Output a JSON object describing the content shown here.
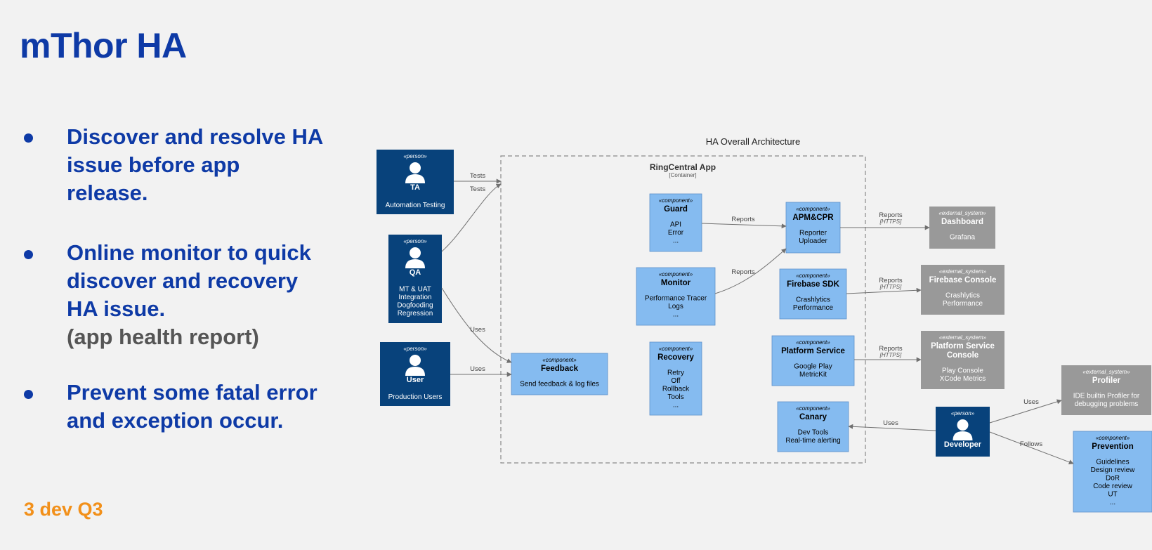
{
  "title": "mThor HA",
  "bullets": [
    {
      "text": "Discover and resolve HA issue before app release.",
      "lines": [
        "Discover and resolve HA",
        "issue before app",
        "release."
      ]
    },
    {
      "text": "Online monitor to quick discover and recovery HA issue.",
      "lines": [
        "Online monitor to quick",
        "discover and recovery",
        "HA issue."
      ],
      "sub": "(app health report)"
    },
    {
      "text": "Prevent some fatal error and exception occur.",
      "lines": [
        "Prevent some fatal error",
        "and exception occur."
      ]
    }
  ],
  "footer": "3 dev Q3",
  "diagram": {
    "title": "HA Overall Architecture",
    "boundary": {
      "name": "RingCentral App",
      "kind": "[Container]"
    },
    "colors": {
      "person": "#08427b",
      "component": "#85bbf0",
      "external": "#999999",
      "boundary": "#8a8a8a",
      "arrow": "#707070"
    },
    "nodes": {
      "ta": {
        "stereo": "«person»",
        "name": "TA",
        "desc": [
          "Automation Testing"
        ],
        "icon": "person-icon"
      },
      "qa": {
        "stereo": "«person»",
        "name": "QA",
        "desc": [
          "MT & UAT",
          "Integration",
          "Dogfooding",
          "Regression"
        ],
        "icon": "person-icon"
      },
      "user": {
        "stereo": "«person»",
        "name": "User",
        "desc": [
          "Production Users"
        ],
        "icon": "person-icon"
      },
      "feedback": {
        "stereo": "«component»",
        "name": "Feedback",
        "desc": [
          "Send feedback & log files"
        ]
      },
      "guard": {
        "stereo": "«component»",
        "name": "Guard",
        "desc": [
          "API",
          "Error",
          "..."
        ]
      },
      "monitor": {
        "stereo": "«component»",
        "name": "Monitor",
        "desc": [
          "Performance Tracer",
          "Logs",
          "..."
        ]
      },
      "recovery": {
        "stereo": "«component»",
        "name": "Recovery",
        "desc": [
          "Retry",
          "Off",
          "Rollback",
          "Tools",
          "..."
        ]
      },
      "apm": {
        "stereo": "«component»",
        "name": "APM&CPR",
        "desc": [
          "Reporter",
          "Uploader"
        ]
      },
      "firebase": {
        "stereo": "«component»",
        "name": "Firebase SDK",
        "desc": [
          "Crashlytics",
          "Performance"
        ]
      },
      "platform": {
        "stereo": "«component»",
        "name": "Platform Service",
        "desc": [
          "Google Play",
          "MetricKit"
        ]
      },
      "canary": {
        "stereo": "«component»",
        "name": "Canary",
        "desc": [
          "Dev Tools",
          "Real-time alerting"
        ]
      },
      "dashboard": {
        "stereo": "«external_system»",
        "name": "Dashboard",
        "desc": [
          "Grafana"
        ]
      },
      "firebase_console": {
        "stereo": "«external_system»",
        "name": "Firebase Console",
        "desc": [
          "Crashlytics",
          "Performance"
        ]
      },
      "platform_console": {
        "stereo": "«external_system»",
        "name": "Platform Service Console",
        "nameLines": [
          "Platform Service",
          "Console"
        ],
        "desc": [
          "Play Console",
          "XCode Metrics"
        ]
      },
      "profiler": {
        "stereo": "«external_system»",
        "name": "Profiler",
        "desc": [
          "IDE builtin Profiler for",
          "debugging problems"
        ]
      },
      "developer": {
        "stereo": "«person»",
        "name": "Developer",
        "desc": [],
        "icon": "person-icon"
      },
      "prevention": {
        "stereo": "«component»",
        "name": "Prevention",
        "desc": [
          "Guidelines",
          "Design review",
          "DoR",
          "Code review",
          "UT",
          "..."
        ]
      }
    },
    "edges": [
      {
        "id": "ta-tests",
        "from": "ta",
        "to": "boundary",
        "label": "Tests"
      },
      {
        "id": "qa-tests",
        "from": "qa",
        "to": "boundary",
        "label": "Tests"
      },
      {
        "id": "qa-uses",
        "from": "qa",
        "to": "feedback",
        "label": "Uses"
      },
      {
        "id": "user-uses",
        "from": "user",
        "to": "feedback",
        "label": "Uses"
      },
      {
        "id": "guard-reports",
        "from": "guard",
        "to": "apm",
        "label": "Reports"
      },
      {
        "id": "monitor-reports",
        "from": "monitor",
        "to": "apm",
        "label": "Reports"
      },
      {
        "id": "apm-reports",
        "from": "apm",
        "to": "dashboard",
        "label": "Reports",
        "tech": "[HTTPS]"
      },
      {
        "id": "firebase-reports",
        "from": "firebase",
        "to": "firebase_console",
        "label": "Reports",
        "tech": "[HTTPS]"
      },
      {
        "id": "platform-reports",
        "from": "platform",
        "to": "platform_console",
        "label": "Reports",
        "tech": "[HTTPS]"
      },
      {
        "id": "dev-uses-canary",
        "from": "developer",
        "to": "canary",
        "label": "Uses"
      },
      {
        "id": "dev-uses-profiler",
        "from": "developer",
        "to": "profiler",
        "label": "Uses"
      },
      {
        "id": "dev-follows",
        "from": "developer",
        "to": "prevention",
        "label": "Follows"
      }
    ]
  }
}
